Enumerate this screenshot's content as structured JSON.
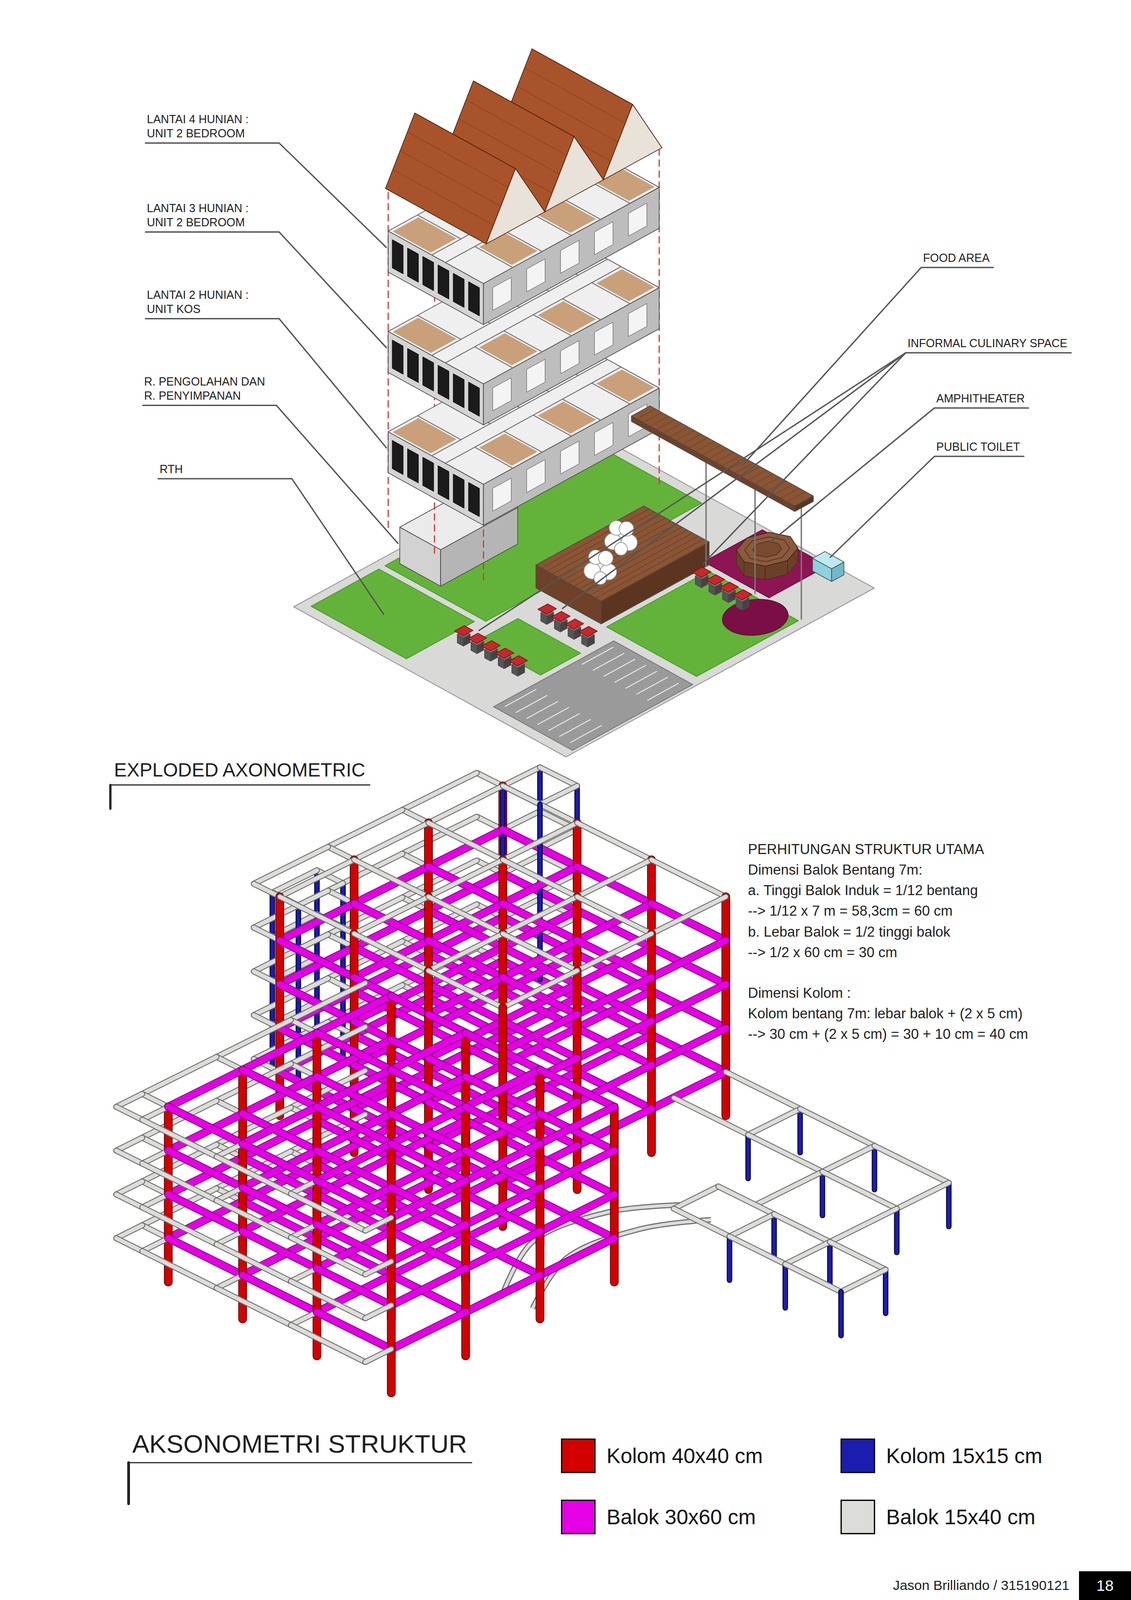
{
  "diagram": {
    "labels": [
      "LANTAI 4 HUNIAN : UNIT 2 BEDROOM",
      "LANTAI 3 HUNIAN : UNIT 2 BEDROOM",
      "LANTAI 2 HUNIAN : UNIT KOS",
      "R. PENGOLAHAN DAN R. PENYIMPANAN",
      "RTH",
      "FOOD AREA",
      "INFORMAL CULINARY SPACE",
      "AMPHITHEATER",
      "PUBLIC TOILET",
      "EXPLODED AXONOMETRIC",
      "PERHITUNGAN STRUKTUR UTAMA",
      "Dimensi Balok Bentang 7m:",
      "a. Tinggi Balok Induk = 1/12 bentang",
      "--> 1/12 x 7 m = 58,3cm = 60 cm",
      "b. Lebar Balok = 1/2 tinggi balok",
      "--> 1/2 x 60 cm = 30 cm",
      "Dimensi Kolom :",
      "Kolom bentang 7m: lebar balok + (2 x 5 cm)",
      "--> 30 cm + (2 x 5 cm) = 30 + 10 cm = 40 cm",
      "AKSONOMETRI STRUKTUR",
      "Jason Brilliando / 315190121",
      "18"
    ],
    "legend": [
      {
        "text": "Kolom 40x40 cm",
        "color": "#d40000"
      },
      {
        "text": "Kolom 15x15 cm",
        "color": "#1c1cb0"
      },
      {
        "text": "Balok 30x60 cm",
        "color": "#e600e6"
      },
      {
        "text": "Balok 15x40 cm",
        "color": "#dcdcd8"
      }
    ]
  }
}
